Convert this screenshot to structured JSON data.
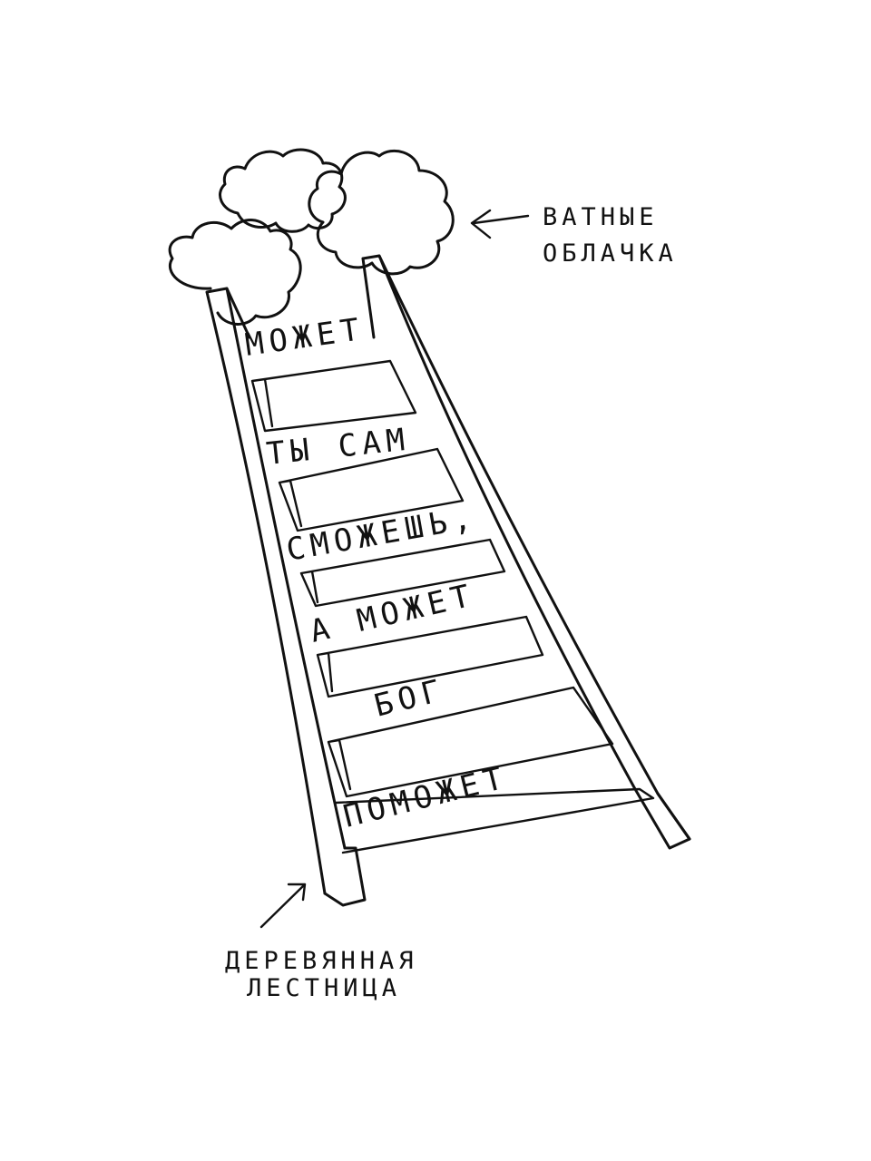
{
  "ladder": {
    "steps": [
      "МОЖЕТ",
      "ТЫ САМ",
      "СМОЖЕШЬ,",
      "А МОЖЕТ",
      "БОГ",
      "ПОМОЖЕТ"
    ]
  },
  "annotations": {
    "clouds": {
      "line1": "ВАТНЫЕ",
      "line2": "ОБЛАЧКА"
    },
    "ladder": {
      "line1": "ДЕРЕВЯННАЯ",
      "line2": "ЛЕСТНИЦА"
    }
  },
  "colors": {
    "ink": "#111111",
    "paper": "#ffffff"
  }
}
